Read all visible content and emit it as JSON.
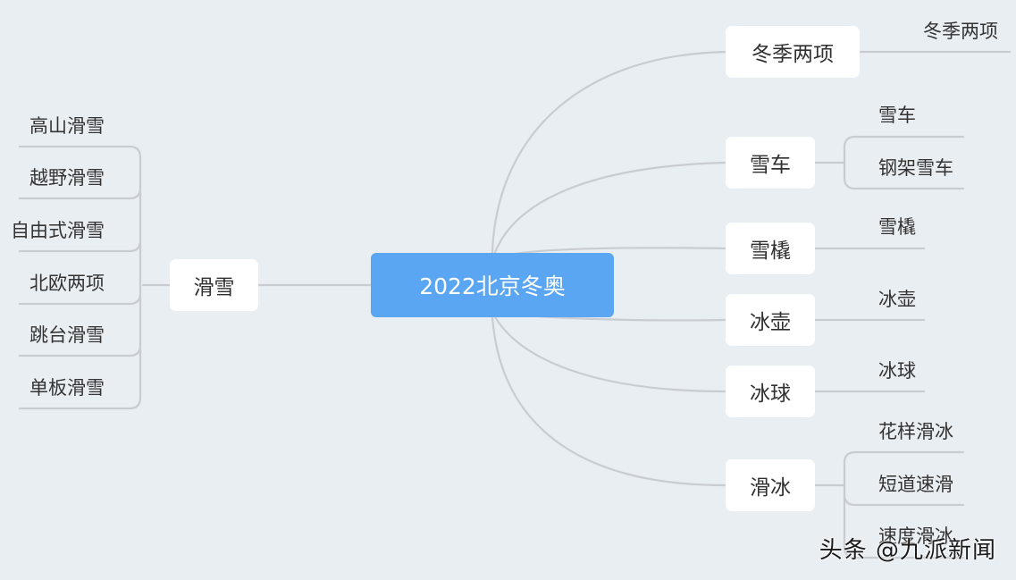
{
  "mindmap": {
    "root": "2022北京冬奥",
    "left_branch": {
      "label": "滑雪",
      "children": [
        "高山滑雪",
        "越野滑雪",
        "自由式滑雪",
        "北欧两项",
        "跳台滑雪",
        "单板滑雪"
      ]
    },
    "right_branches": [
      {
        "label": "冬季两项",
        "children": [
          "冬季两项"
        ]
      },
      {
        "label": "雪车",
        "children": [
          "雪车",
          "钢架雪车"
        ]
      },
      {
        "label": "雪橇",
        "children": [
          "雪橇"
        ]
      },
      {
        "label": "冰壶",
        "children": [
          "冰壶"
        ]
      },
      {
        "label": "冰球",
        "children": [
          "冰球"
        ]
      },
      {
        "label": "滑冰",
        "children": [
          "花样滑冰",
          "短道速滑",
          "速度滑冰"
        ]
      }
    ]
  },
  "watermark": "头条 @九派新闻",
  "colors": {
    "background": "#e9eef2",
    "root_fill": "#5ba6f2",
    "node_fill": "#ffffff",
    "connector": "#c9ccd0"
  }
}
